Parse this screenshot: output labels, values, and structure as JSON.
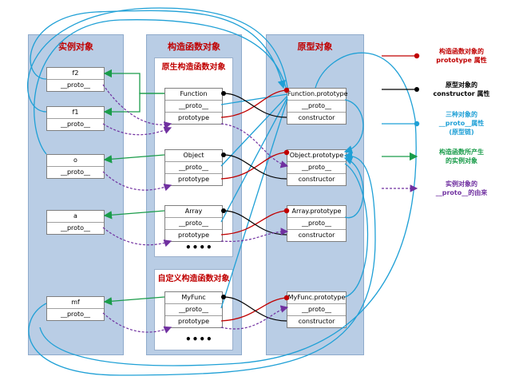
{
  "columns": {
    "instance": "实例对象",
    "constructor": "构造函数对象",
    "prototype": "原型对象"
  },
  "subgroups": {
    "native": "原生构造函数对象",
    "custom": "自定义构造函数对象"
  },
  "instances": [
    {
      "name": "f2",
      "proto": "__proto__"
    },
    {
      "name": "f1",
      "proto": "__proto__"
    },
    {
      "name": "o",
      "proto": "__proto__"
    },
    {
      "name": "a",
      "proto": "__proto__"
    },
    {
      "name": "mf",
      "proto": "__proto__"
    }
  ],
  "constructors": [
    {
      "name": "Function",
      "proto": "__proto__",
      "prototype": "prototype"
    },
    {
      "name": "Object",
      "proto": "__proto__",
      "prototype": "prototype"
    },
    {
      "name": "Array",
      "proto": "__proto__",
      "prototype": "prototype"
    },
    {
      "name": "MyFunc",
      "proto": "__proto__",
      "prototype": "prototype"
    }
  ],
  "prototypes": [
    {
      "name": "Function.prototype",
      "proto": "__proto__",
      "constructor": "constructor"
    },
    {
      "name": "Object.prototype",
      "proto": "__proto__",
      "constructor": "constructor"
    },
    {
      "name": "Array.prototype",
      "proto": "__proto__",
      "constructor": "constructor"
    },
    {
      "name": "MyFunc.prototype",
      "proto": "__proto__",
      "constructor": "constructor"
    }
  ],
  "ellipsis": "••••",
  "legend": [
    {
      "text": "构造函数对象的\nprototype 属性",
      "color": "#c00000"
    },
    {
      "text": "原型对象的\nconstructor 属性",
      "color": "#000000"
    },
    {
      "text": "三种对象的\n__proto__属性\n(原型链)",
      "color": "#1fa0d6"
    },
    {
      "text": "构造函数所产生\n的实例对象",
      "color": "#1a9c4a"
    },
    {
      "text": "实例对象的\n__proto__的由来",
      "color": "#7030a0"
    }
  ]
}
